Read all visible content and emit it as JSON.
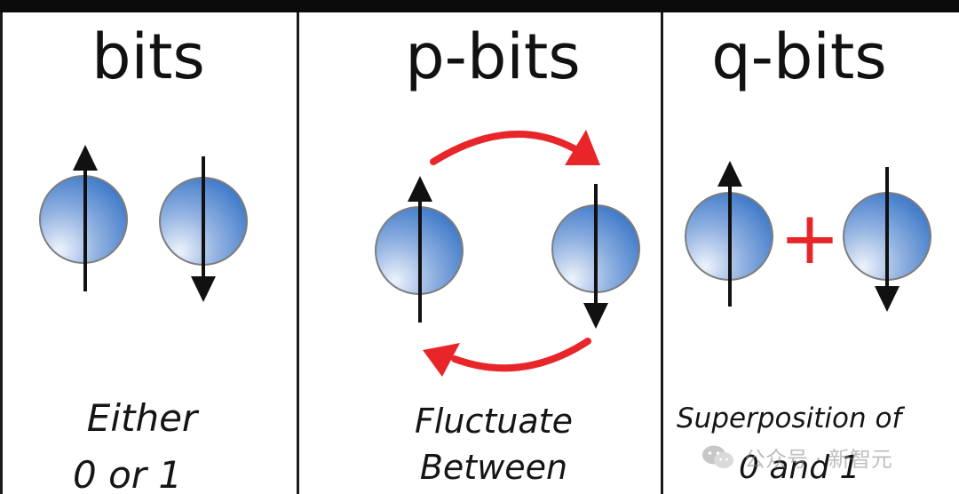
{
  "panels": [
    {
      "title": "bits",
      "caption": [
        "Either",
        "0 or 1"
      ]
    },
    {
      "title": "p-bits",
      "caption": [
        "Fluctuate",
        "Between"
      ]
    },
    {
      "title": "q-bits",
      "caption": [
        "Superposition of",
        "0 and 1"
      ],
      "operator": "+"
    }
  ],
  "watermark": {
    "text": "公众号 · 新智元",
    "icon": "wechat-icon"
  },
  "colors": {
    "frame": "#0b0b0b",
    "arrow": "#111111",
    "accent": "#e8262a",
    "sphere_light": "#eef3fb",
    "sphere_dark": "#2e6ec4"
  }
}
